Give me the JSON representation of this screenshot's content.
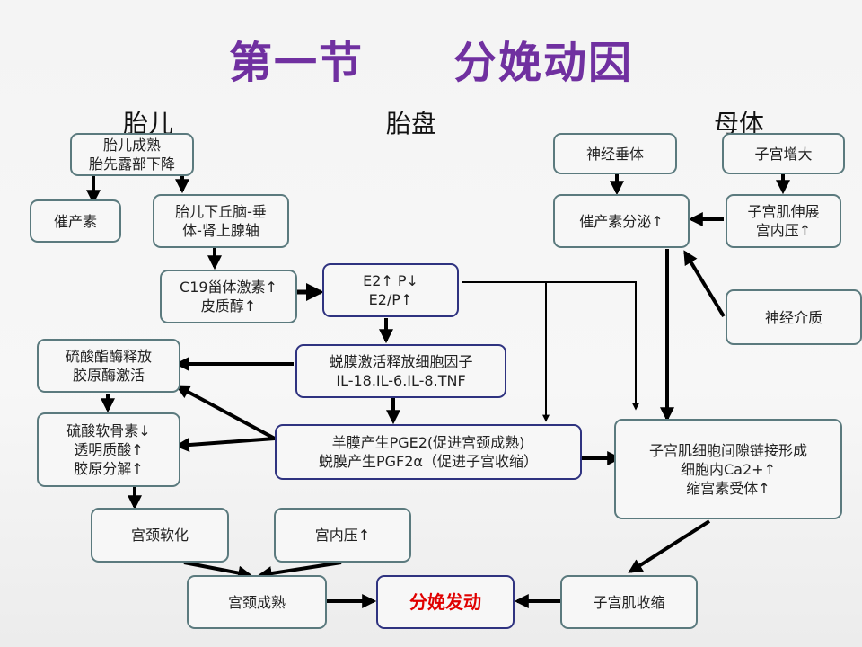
{
  "title": "第一节　　分娩动因",
  "columns": {
    "fetus": "胎儿",
    "placenta": "胎盘",
    "mother": "母体"
  },
  "nodes": {
    "fetal_mature": [
      "胎儿成熟",
      "胎先露部下降"
    ],
    "oxytocin": [
      "催产素"
    ],
    "hpa_axis": [
      "胎儿下丘脑-垂",
      "体-肾上腺轴"
    ],
    "c19": [
      "C19甾体激素↑",
      "皮质醇↑"
    ],
    "e2p": [
      "E2↑ P↓",
      "E2/P↑"
    ],
    "decidua_cytokines": [
      "蜕膜激活释放细胞因子",
      "IL-18.IL-6.IL-8.TNF"
    ],
    "sulfatase": [
      "硫酸酯酶释放",
      "胶原酶激活"
    ],
    "cartilage": [
      "硫酸软骨素↓",
      "透明质酸↑",
      "胶原分解↑"
    ],
    "pge2": [
      "羊膜产生PGE2(促进宫颈成熟)",
      "蜕膜产生PGF2α（促进子宫收缩）"
    ],
    "cervix_soften": [
      "宫颈软化"
    ],
    "intrauterine_pressure": [
      "宫内压↑"
    ],
    "cervix_mature": [
      "宫颈成熟"
    ],
    "labor_onset": [
      "分娩发动"
    ],
    "uterine_contraction": [
      "子宫肌收缩"
    ],
    "gap_junction": [
      "子宫肌细胞间隙链接形成",
      "细胞内Ca2+↑",
      "缩宫素受体↑"
    ],
    "pituitary": [
      "神经垂体"
    ],
    "uterus_enlarge": [
      "子宫增大"
    ],
    "oxytocin_secretion": [
      "催产素分泌↑"
    ],
    "myometrium_stretch": [
      "子宫肌伸展",
      "宫内压↑"
    ],
    "neurotransmitter": [
      "神经介质"
    ]
  }
}
